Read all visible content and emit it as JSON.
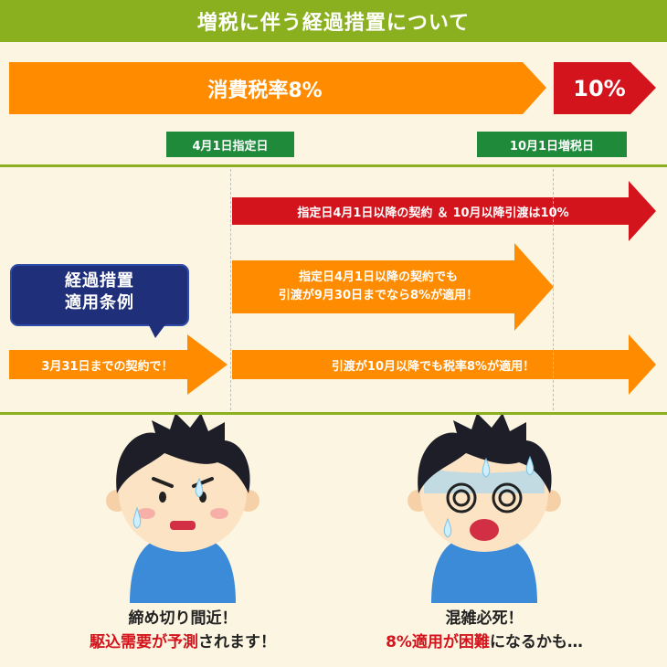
{
  "header": {
    "title": "増税に伴う経過措置について"
  },
  "top_bar": {
    "current_rate": "消費税率8%",
    "new_rate": "10%"
  },
  "tags": {
    "designated_day": "4月1日指定日",
    "tax_increase_day": "10月1日増税日"
  },
  "bubble": {
    "line1": "経過措置",
    "line2": "適用条例"
  },
  "arrows": {
    "red": "指定日4月1日以降の契約 ＆ 10月以降引渡は10%",
    "middle_line1": "指定日4月1日以降の契約でも",
    "middle_line2": "引渡が9月30日までなら8%が適用！",
    "contract_by": "3月31日までの契約で！",
    "delivery_after": "引渡が10月以降でも税率8%が適用！"
  },
  "captions": {
    "left_line1": "締め切り間近！",
    "left_line2_red": "駆込需要が予測",
    "left_line2_black": "されます！",
    "right_line1": "混雑必死！",
    "right_line2_red": "8%適用が困難",
    "right_line2_black": "になるかも…"
  },
  "colors": {
    "green": "#8AB01F",
    "orange": "#FF8C00",
    "red": "#D4141C",
    "tag_green": "#1E8A3A",
    "bubble_navy": "#1F2F7A",
    "background": "#FCF5E2"
  },
  "icons": [
    "worried-boy-illustration",
    "panicked-boy-illustration"
  ]
}
